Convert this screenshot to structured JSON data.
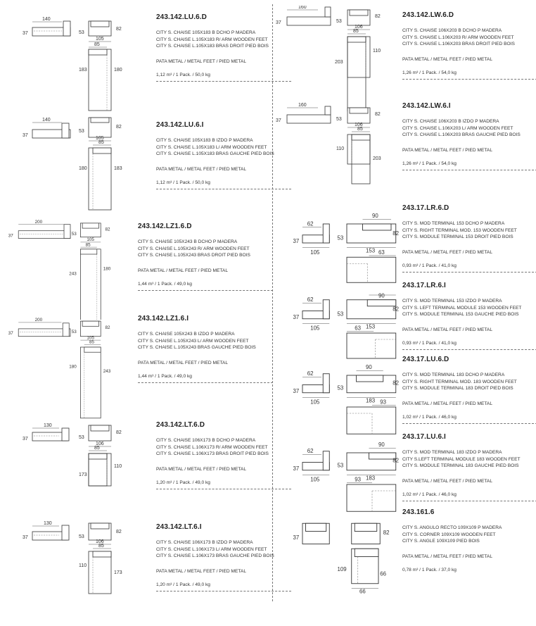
{
  "items": [
    {
      "code": "243.142.LU.6.D",
      "desc": [
        "CITY S. CHAISE 105X183 B DCHO P MADERA",
        "CITY S. CHAISE L.105X183 R/ ARM WOODEN FEET",
        "CITY S. CHAISE L.105X183 BRAS DROIT PIED BOIS"
      ],
      "feet": "PATA METAL / METAL FEET / PIED METAL",
      "pack": "1,12 m³ / 1 Pack. / 50,0 kg",
      "dims": {
        "side_w": "140",
        "side_h": "37",
        "front_h": "53",
        "front_d": "82",
        "top_w": "105",
        "plan_w": "85",
        "plan_l": "183",
        "plan_r": "180"
      }
    },
    {
      "code": "243.142.LU.6.I",
      "desc": [
        "CITY S. CHAISE 105X183 B IZDO P MADERA",
        "CITY S. CHAISE L.105X183 L/ ARM WOODEN FEET",
        "CITY S. CHAISE L.105X183 BRAS GAUCHE PIED BOIS"
      ],
      "feet": "PATA METAL / METAL FEET / PIED METAL",
      "pack": "1,12 m³ / 1 Pack. / 50,0 kg",
      "dims": {
        "side_w": "140",
        "side_h": "37",
        "front_h": "53",
        "front_d": "82",
        "top_w": "105",
        "plan_w": "85",
        "plan_l": "180",
        "plan_r": "183"
      }
    },
    {
      "code": "243.142.LZ1.6.D",
      "desc": [
        "CITY S. CHAISE 105X243 B DCHO P MADERA",
        "CITY S. CHAISE L.105X243 R/ ARM WOODEN FEET",
        "CITY S. CHAISE L.105X243 BRAS DROIT PIED BOIS"
      ],
      "feet": "PATA METAL / METAL FEET / PIED METAL",
      "pack": "1,44 m³ / 1 Pack. / 49,0 kg",
      "dims": {
        "side_w": "200",
        "side_h": "37",
        "front_h": "53",
        "front_d": "82",
        "top_w": "105",
        "plan_w": "85",
        "plan_l": "243",
        "plan_r": "180"
      }
    },
    {
      "code": "243.142.LZ1.6.I",
      "desc": [
        "CITY S. CHAISE 105X243 B IZDO P MADERA",
        "CITY S. CHAISE L.105X243 L/ ARM WOODEN FEET",
        "CITY S. CHAISE L.105X243 BRAS GAUCHE PIED BOIS"
      ],
      "feet": "PATA METAL / METAL FEET / PIED METAL",
      "pack": "1,44 m³ / 1 Pack. / 49,0 kg",
      "dims": {
        "side_w": "200",
        "side_h": "37",
        "front_h": "53",
        "front_d": "82",
        "top_w": "105",
        "plan_w": "85",
        "plan_l": "180",
        "plan_r": "243"
      }
    },
    {
      "code": "243.142.LT.6.D",
      "desc": [
        "CITY S. CHAISE 106X173 B DCHO P MADERA",
        "CITY S. CHAISE L.106X173 R/ ARM WOODEN FEET",
        "CITY S. CHAISE L.106X173 BRAS DROIT PIED BOIS"
      ],
      "feet": "PATA METAL / METAL FEET / PIED METAL",
      "pack": "1,20 m³ / 1 Pack. / 49,0 kg",
      "dims": {
        "side_w": "130",
        "side_h": "37",
        "front_h": "53",
        "front_d": "82",
        "top_w": "106",
        "plan_w": "85",
        "plan_l": "173",
        "plan_r": "110"
      }
    },
    {
      "code": "243.142.LT.6.I",
      "desc": [
        "CITY S. CHAISE 106X173 B IZDO P MADERA",
        "CITY S. CHAISE L.106X173 L/ ARM WOODEN FEET",
        "CITY S. CHAISE L.106X173 BRAS GAUCHE PIED BOIS"
      ],
      "feet": "PATA METAL / METAL FEET / PIED METAL",
      "pack": "1,20 m³ / 1 Pack. / 49,0 kg",
      "dims": {
        "side_w": "130",
        "side_h": "37",
        "front_h": "53",
        "front_d": "82",
        "top_w": "106",
        "plan_w": "85",
        "plan_l": "110",
        "plan_r": "173"
      }
    },
    {
      "code": "243.142.LW.6.D",
      "desc": [
        "CITY S. CHAISE 106X203 B DCHO P MADERA",
        "CITY S. CHAISE L.106X203 R/ ARM WOODEN FEET",
        "CITY S. CHAISE L.106X203 BRAS DROIT PIED BOIS"
      ],
      "feet": "PATA METAL / METAL FEET / PIED METAL",
      "pack": "1,26 m³ / 1 Pack. / 54,0 kg",
      "dims": {
        "side_w": "160",
        "side_h": "37",
        "front_h": "53",
        "front_d": "82",
        "top_w": "106",
        "plan_w": "85",
        "plan_l": "203",
        "plan_r": "110"
      }
    },
    {
      "code": "243.142.LW.6.I",
      "desc": [
        "CITY S. CHAISE 106X203 B IZDO P MADERA",
        "CITY S. CHAISE L.106X203 L/ ARM WOODEN FEET",
        "CITY S. CHAISE L.106X203 BRAS GAUCHE PIED BOIS"
      ],
      "feet": "PATA METAL / METAL FEET / PIED METAL",
      "pack": "1,26 m³ / 1 Pack. / 54,0 kg",
      "dims": {
        "side_w": "160",
        "side_h": "37",
        "front_h": "53",
        "front_d": "82",
        "top_w": "106",
        "plan_w": "85",
        "plan_l": "110",
        "plan_r": "203"
      }
    },
    {
      "code": "243.17.LR.6.D",
      "desc": [
        "CITY S. MOD TERMINAL 153 DCHO P MADERA",
        "CITY S. RIGHT TERMINAL MOD. 153 WOODEN FEET",
        "CITY S. MODULE TERMINAL 153 DROIT PIED BOIS"
      ],
      "feet": "PATA METAL / METAL FEET / PIED METAL",
      "pack": "0,93 m³ / 1 Pack. / 41,0 kg",
      "dims": {
        "side_w": "62",
        "side_h": "37",
        "side_d": "105",
        "front_h": "53",
        "front_d": "82",
        "top_w": "90",
        "plan_w": "153",
        "plan_s": "63"
      }
    },
    {
      "code": "243.17.LR.6.I",
      "desc": [
        "CITY S. MOD TERMINAL 153 IZDO P MADERA",
        "CITY S. LEFT TERMINAL MODULE 153 WOODEN FEET",
        "CITY S. MODULE TERMINAL 153 GAUCHE PIED BOIS"
      ],
      "feet": "PATA METAL / METAL FEET / PIED METAL",
      "pack": "0,93 m³ / 1 Pack. / 41,0 kg",
      "dims": {
        "side_w": "62",
        "side_h": "37",
        "side_d": "105",
        "front_h": "53",
        "front_d": "82",
        "top_w": "90",
        "plan_w": "153",
        "plan_s": "63"
      }
    },
    {
      "code": "243.17.LU.6.D",
      "desc": [
        "CITY S. MOD TERMINAL 183 DCHO P MADERA",
        "CITY S. RIGHT TERMINAL MOD. 183 WOODEN FEET",
        "CITY S. MODULE TERMINAL 183 DROIT PIED BOIS"
      ],
      "feet": "PATA METAL / METAL FEET / PIED METAL",
      "pack": "1,02 m³ / 1 Pack. / 46,0 kg",
      "dims": {
        "side_w": "62",
        "side_h": "37",
        "side_d": "105",
        "front_h": "53",
        "front_d": "82",
        "top_w": "90",
        "plan_w": "183",
        "plan_s": "93"
      }
    },
    {
      "code": "243.17.LU.6.I",
      "desc": [
        "CITY S. MOD TERMINAL 183 IZDO P MADERA",
        "CITY S.LEFT TERMINAL MODULE 183 WOODEN FEET",
        "CITY S. MODULE TERMINAL 183 GAUCHE PIED BOIS"
      ],
      "feet": "PATA METAL / METAL FEET / PIED METAL",
      "pack": "1,02 m³ / 1 Pack. / 46,0 kg",
      "dims": {
        "side_w": "62",
        "side_h": "37",
        "side_d": "105",
        "front_h": "53",
        "front_d": "82",
        "top_w": "90",
        "plan_w": "183",
        "plan_s": "93"
      }
    },
    {
      "code": "243.161.6",
      "desc": [
        "CITY S. ANGULO RECTO 109X109 P MADERA",
        "CITY S. CORNER 109X109 WOODEN FEET",
        "CITY S. ANGLE 109X109 PIED BOIS"
      ],
      "feet": "PATA METAL / METAL FEET / PIED METAL",
      "pack": "0,78 m³ / 1 Pack. / 37,0 kg",
      "dims": {
        "side_h": "37",
        "front_d": "82",
        "plan_l": "109",
        "plan_r": "66",
        "plan_w": "66"
      }
    }
  ]
}
